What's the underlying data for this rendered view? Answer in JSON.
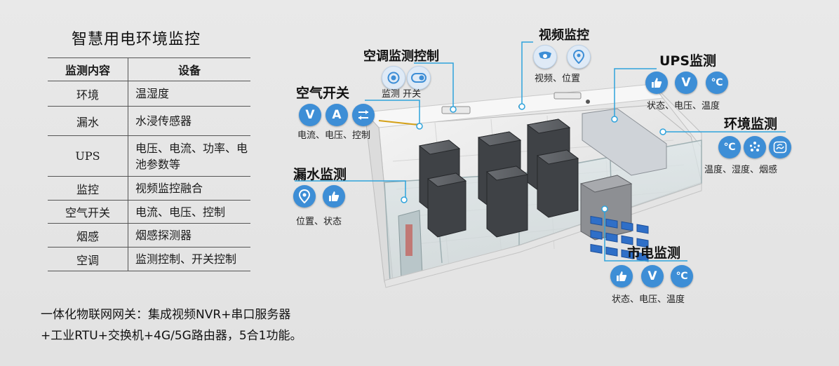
{
  "title": "智慧用电环境监控",
  "table": {
    "headers": [
      "监测内容",
      "设备"
    ],
    "rows": [
      {
        "item": "环境",
        "device": "温湿度"
      },
      {
        "item": "漏水",
        "device": "水浸传感器"
      },
      {
        "item": "UPS",
        "device": "电压、电流、功率、电池参数等"
      },
      {
        "item": "监控",
        "device": "视频监控融合"
      },
      {
        "item": "空气开关",
        "device": "电流、电压、控制"
      },
      {
        "item": "烟感",
        "device": "烟感探测器"
      },
      {
        "item": "空调",
        "device": "监测控制、开关控制"
      }
    ]
  },
  "note": {
    "line1": "一体化物联网网关：集成视频NVR+串口服务器",
    "line2": "+工业RTU+交换机+4G/5G路由器，5合1功能。"
  },
  "callouts": {
    "ac": {
      "title": "空调监测控制",
      "caption": "监测  开关",
      "icons": [
        "target-icon",
        "toggle-icon"
      ]
    },
    "video": {
      "title": "视频监控",
      "caption": "视频、位置",
      "icons": [
        "camera-icon",
        "location-icon"
      ]
    },
    "ups": {
      "title": "UPS监测",
      "caption": "状态、电压、温度",
      "icons": [
        "thumbs-up-icon",
        "voltage-icon",
        "celsius-icon"
      ],
      "voltage_glyph": "V",
      "celsius_glyph": "℃"
    },
    "breaker": {
      "title": "空气开关",
      "caption": "电流、电压、控制",
      "icons": [
        "voltage-icon",
        "ampere-icon",
        "control-icon"
      ],
      "voltage_glyph": "V",
      "ampere_glyph": "A"
    },
    "env": {
      "title": "环境监测",
      "caption": "温度、湿度、烟感",
      "icons": [
        "celsius-icon",
        "humidity-icon",
        "smoke-icon"
      ],
      "celsius_glyph": "℃"
    },
    "leak": {
      "title": "漏水监测",
      "caption": "位置、状态",
      "icons": [
        "location-icon",
        "thumbs-up-icon"
      ]
    },
    "mains": {
      "title": "市电监测",
      "caption": "状态、电压、温度",
      "icons": [
        "thumbs-up-icon",
        "voltage-icon",
        "celsius-icon"
      ],
      "voltage_glyph": "V",
      "celsius_glyph": "℃"
    }
  },
  "colors": {
    "accent": "#3d8ed6",
    "leader_line": "#2fa3dc",
    "rack": "#3f4246",
    "battery": "#2f6fc8"
  }
}
